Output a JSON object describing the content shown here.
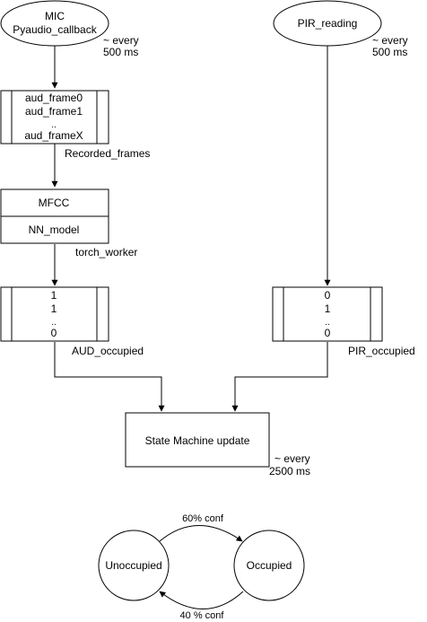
{
  "nodes": {
    "mic": {
      "line1": "MIC",
      "line2": "Pyaudio_callback"
    },
    "pir_reading": {
      "label": "PIR_reading"
    },
    "audio_buffer": {
      "items": [
        "aud_frame0",
        "aud_frame1",
        "..",
        "aud_frameX"
      ]
    },
    "model": {
      "top": "MFCC",
      "bottom": "NN_model"
    },
    "aud_queue": {
      "items": [
        "1",
        "1",
        "..",
        "0"
      ]
    },
    "pir_queue": {
      "items": [
        "0",
        "1",
        "..",
        "0"
      ]
    },
    "state_machine": {
      "label": "State Machine update"
    },
    "unoccupied": {
      "label": "Unoccupied"
    },
    "occupied": {
      "label": "Occupied"
    }
  },
  "annotations": {
    "mic_rate": {
      "line1": "~ every",
      "line2": "500 ms"
    },
    "pir_rate": {
      "line1": "~ every",
      "line2": "500 ms"
    },
    "recorded_frames": "Recorded_frames",
    "torch_worker": "torch_worker",
    "aud_occupied": "AUD_occupied",
    "pir_occupied": "PIR_occupied",
    "sm_rate": {
      "line1": "~ every",
      "line2": "2500 ms"
    },
    "conf_top": "60% conf",
    "conf_bottom": "40 % conf"
  },
  "colors": {
    "stroke": "#000000",
    "fill": "#ffffff",
    "text": "#000000"
  }
}
